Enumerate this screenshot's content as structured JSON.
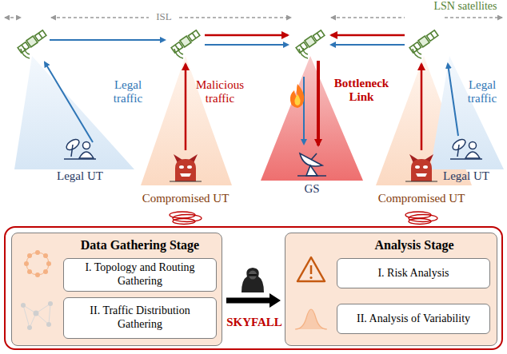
{
  "diagram": {
    "nodes": [
      {
        "text": [
          "SKYFALL"
        ]
      },
      {
        "text": [
          "Data Gathering Stage"
        ],
        "in": 0
      },
      {
        "text": [
          "I. Topology and Routing Gathering"
        ],
        "in": 1
      },
      {
        "text": [
          "II. Traffic Distribution Gathering"
        ],
        "in": 1
      },
      {
        "text": [
          "Analysis Stage"
        ],
        "in": 0
      },
      {
        "text": [
          "I. Risk Analysis"
        ],
        "in": 4
      },
      {
        "text": [
          "II. Analysis of Variability"
        ],
        "in": 4
      }
    ],
    "edges": [
      {
        "from": 1,
        "to": 4,
        "arrow": "to"
      }
    ],
    "labels": [
      "LSN satellites",
      "ISL",
      "Legal traffic",
      "Malicious traffic",
      "Bottleneck Link",
      "Legal traffic",
      "Legal UT",
      "Compromised UT",
      "GS",
      "Compromised UT",
      "Legal UT"
    ]
  }
}
